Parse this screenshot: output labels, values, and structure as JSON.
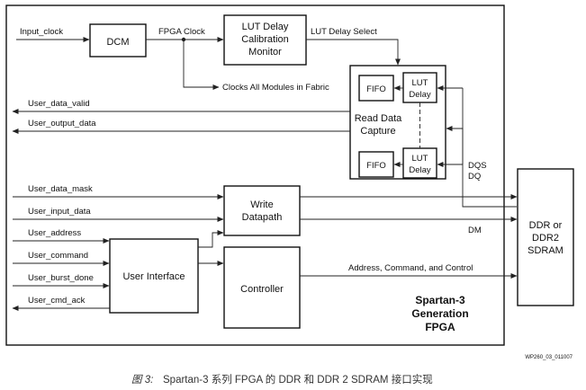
{
  "blocks": {
    "dcm": "DCM",
    "lut_cal": [
      "LUT Delay",
      "Calibration",
      "Monitor"
    ],
    "fifo_top": "FIFO",
    "fifo_bottom": "FIFO",
    "lut_delay_top": [
      "LUT",
      "Delay"
    ],
    "lut_delay_bottom": [
      "LUT",
      "Delay"
    ],
    "read_capture": [
      "Read Data",
      "Capture"
    ],
    "write_datapath": [
      "Write",
      "Datapath"
    ],
    "user_interface": "User Interface",
    "controller": "Controller",
    "sdram": [
      "DDR or",
      "DDR2",
      "SDRAM"
    ],
    "fpga": [
      "Spartan-3",
      "Generation",
      "FPGA"
    ]
  },
  "signals": {
    "input_clock": "Input_clock",
    "fpga_clock": "FPGA Clock",
    "lut_delay_select": "LUT Delay Select",
    "clocks_all": "Clocks All Modules in Fabric",
    "user_data_valid": "User_data_valid",
    "user_output_data": "User_output_data",
    "dqs": "DQS",
    "dq": "DQ",
    "user_data_mask": "User_data_mask",
    "user_input_data": "User_input_data",
    "dm": "DM",
    "user_address": "User_address",
    "user_command": "User_command",
    "user_burst_done": "User_burst_done",
    "user_cmd_ack": "User_cmd_ack",
    "addr_cmd_ctrl": "Address, Command, and Control"
  },
  "figure_id": "WP260_03_011007",
  "caption": {
    "label": "图 3:",
    "text": "Spartan-3 系列 FPGA 的 DDR 和 DDR 2 SDRAM 接口实现"
  }
}
